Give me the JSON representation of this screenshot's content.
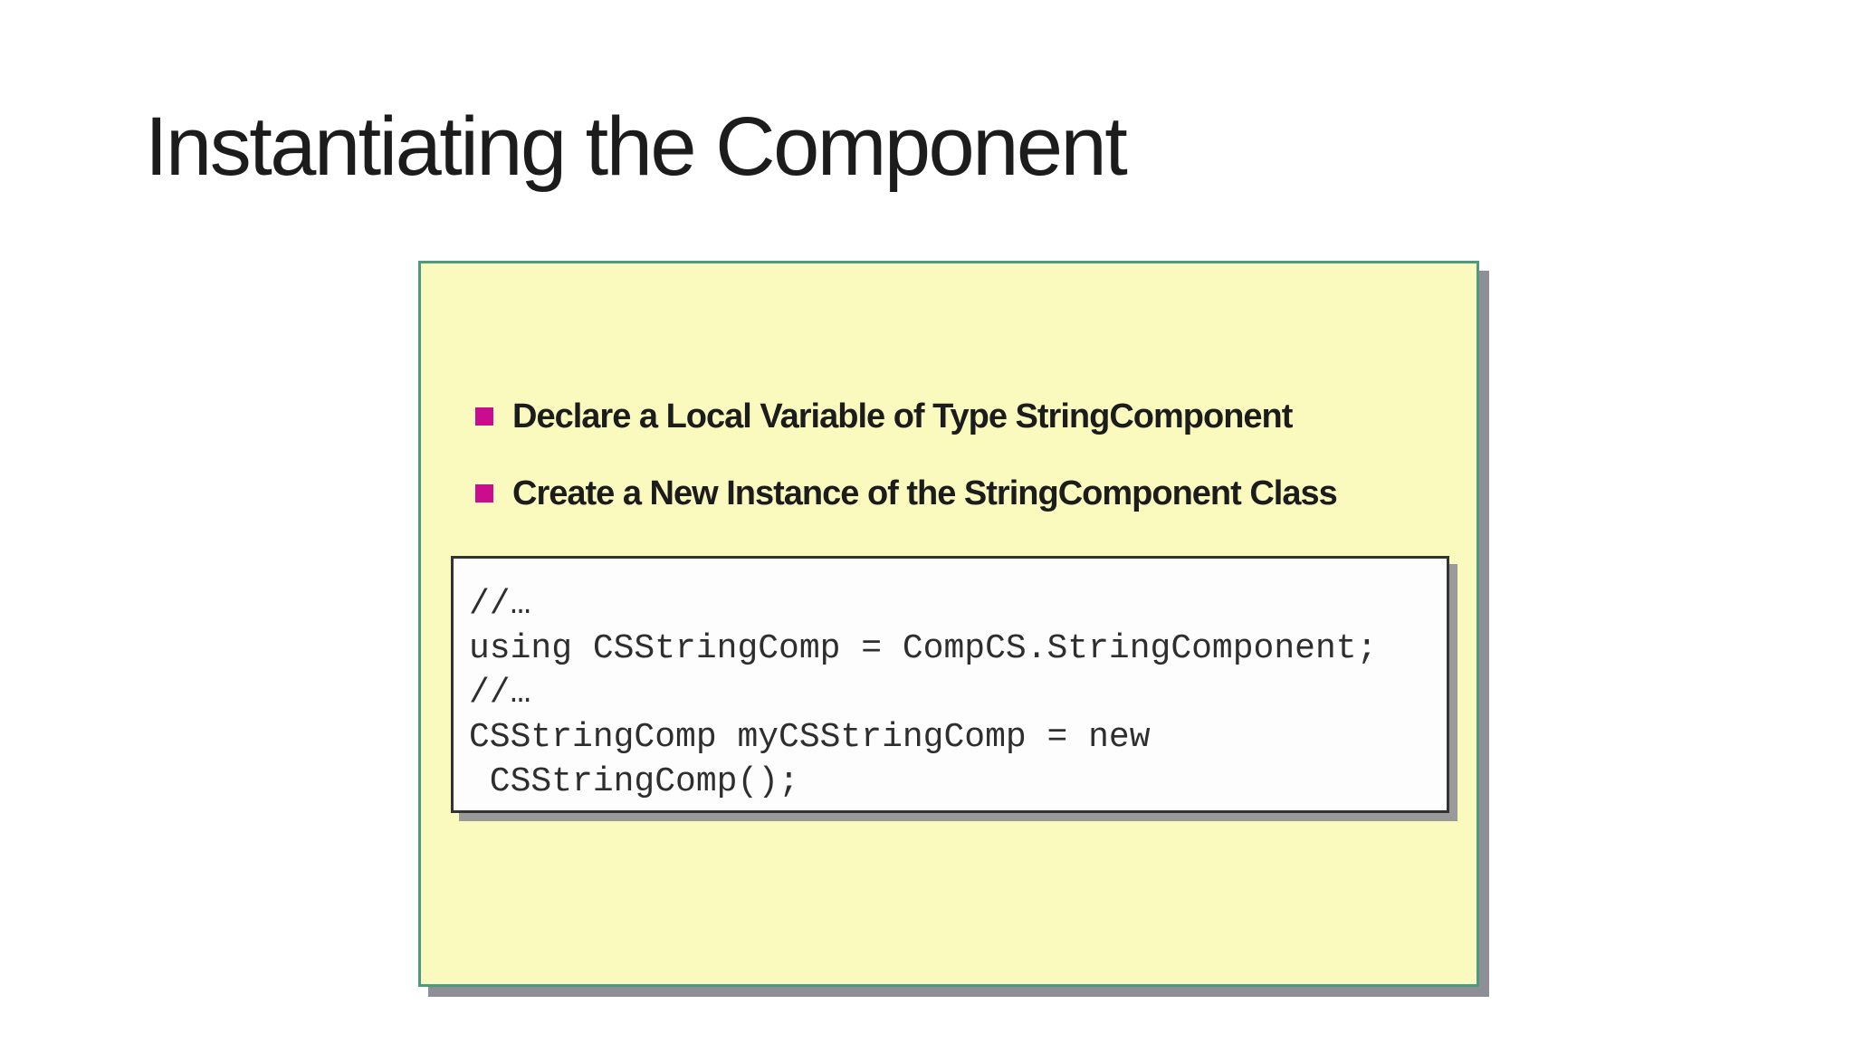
{
  "slide": {
    "title": "Instantiating the Component",
    "bullets": [
      {
        "marker": "magenta-square",
        "text": "Declare a Local Variable of Type StringComponent"
      },
      {
        "marker": "magenta-square",
        "text": "Create a New Instance of the StringComponent Class"
      }
    ],
    "code": {
      "lines": [
        "//…",
        "using CSStringComp = CompCS.StringComponent;",
        "//…",
        "CSStringComp myCSStringComp = new",
        " CSStringComp();"
      ]
    },
    "colors": {
      "panel_fill": "#FAFABE",
      "panel_border": "#4F9A7E",
      "panel_shadow": "#8E8E96",
      "bullet_marker": "#CC0C8F",
      "code_fill": "#FDFDFD",
      "code_border": "#333333",
      "code_shadow": "#9A9A9A",
      "text": "#1C1C1C",
      "code_text": "#2E2E2E"
    }
  }
}
